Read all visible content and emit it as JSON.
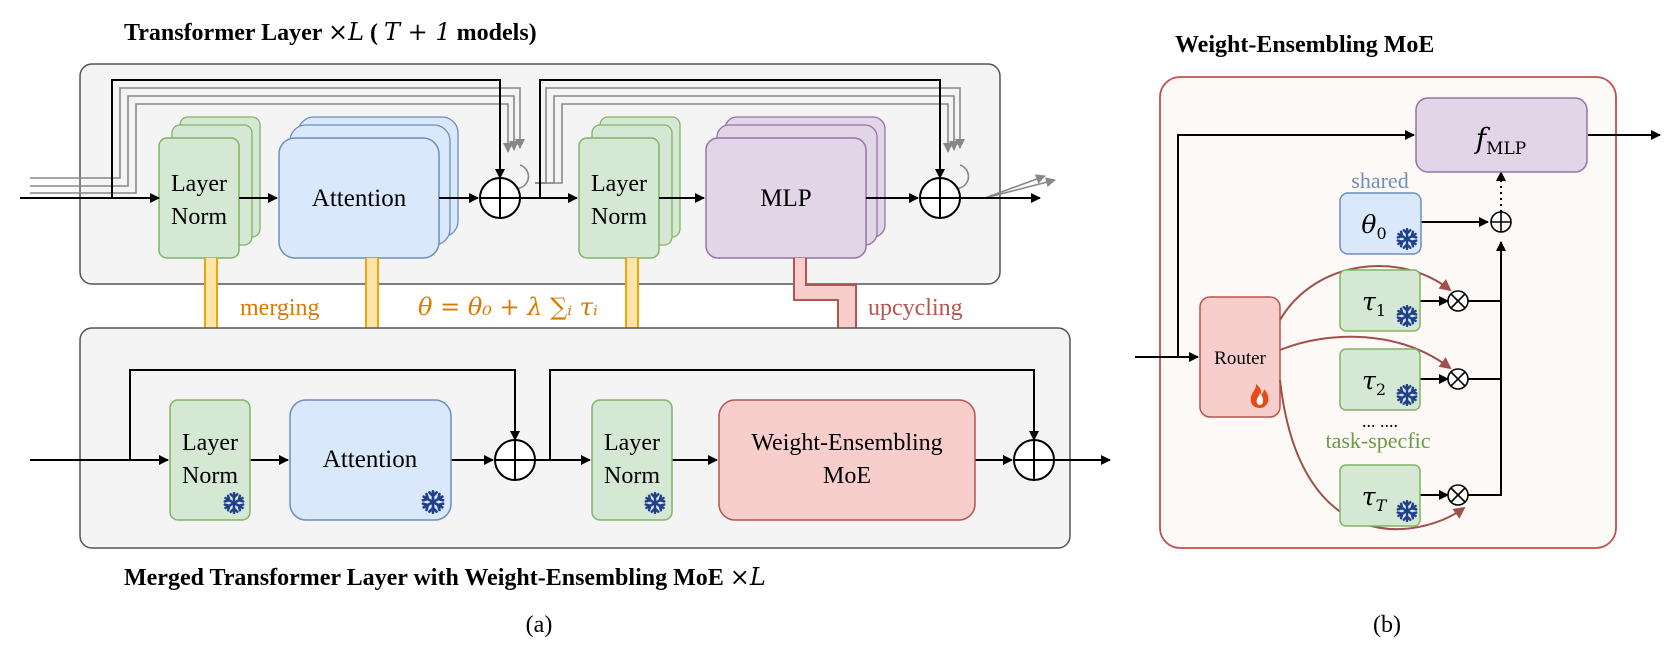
{
  "colors": {
    "panel_fill": "#f4f4f4",
    "panel_stroke": "#555555",
    "norm_fill": "#d5e8d4",
    "norm_stroke": "#82b366",
    "attn_fill": "#dae8fc",
    "attn_stroke": "#6c8ebf",
    "mlp_fill": "#e1d5e7",
    "mlp_stroke": "#9673a6",
    "moe_fill": "#f8cecc",
    "moe_stroke": "#b85450",
    "merge_arrow": "#f0a30a",
    "merge_fill": "#ffe6a8",
    "upcycle_fill": "#f8cecc",
    "upcycle_stroke": "#b85450",
    "merging_text": "#d97900",
    "upcycling_text": "#b85450",
    "shared_text": "#6c8ebf",
    "task_text": "#6a9a47",
    "router_arrow": "#a0504a",
    "snowflake": "#1f3f8f",
    "flame": "#e84b1a",
    "right_panel_stroke": "#c0504d",
    "right_panel_fill": "#fdf9f7"
  },
  "top": {
    "title_text": "Transformer Layer ",
    "title_math": "×L",
    "title_open": " ( ",
    "title_models": "T + 1",
    "title_tail": " models)",
    "norm1_l1": "Layer",
    "norm1_l2": "Norm",
    "attention": "Attention",
    "norm2_l1": "Layer",
    "norm2_l2": "Norm",
    "mlp": "MLP"
  },
  "middle": {
    "merging": "merging",
    "formula": "θ = θ₀ + λ ∑ᵢ τᵢ",
    "upcycling": "upcycling"
  },
  "bottom": {
    "norm1_l1": "Layer",
    "norm1_l2": "Norm",
    "attention": "Attention",
    "norm2_l1": "Layer",
    "norm2_l2": "Norm",
    "moe_l1": "Weight-Ensembling",
    "moe_l2": "MoE",
    "title_text": "Merged Transformer Layer with Weight-Ensembling MoE ",
    "title_math": "×L",
    "caption": "(a)"
  },
  "right": {
    "title": "Weight-Ensembling MoE",
    "fmlp": "f",
    "fmlp_sub": "MLP",
    "shared": "shared",
    "theta0": "θ",
    "theta0_sub": "0",
    "router": "Router",
    "tau1": "τ",
    "tau1_sub": "1",
    "tau2": "τ",
    "tau2_sub": "2",
    "dots": "... ....",
    "task_specific": "task-specfic",
    "tauT": "τ",
    "tauT_sub": "T",
    "caption": "(b)"
  },
  "icons": {
    "snowflake": "snowflake-icon",
    "flame": "flame-icon",
    "sum": "circle-plus-icon",
    "product": "circle-times-icon"
  }
}
